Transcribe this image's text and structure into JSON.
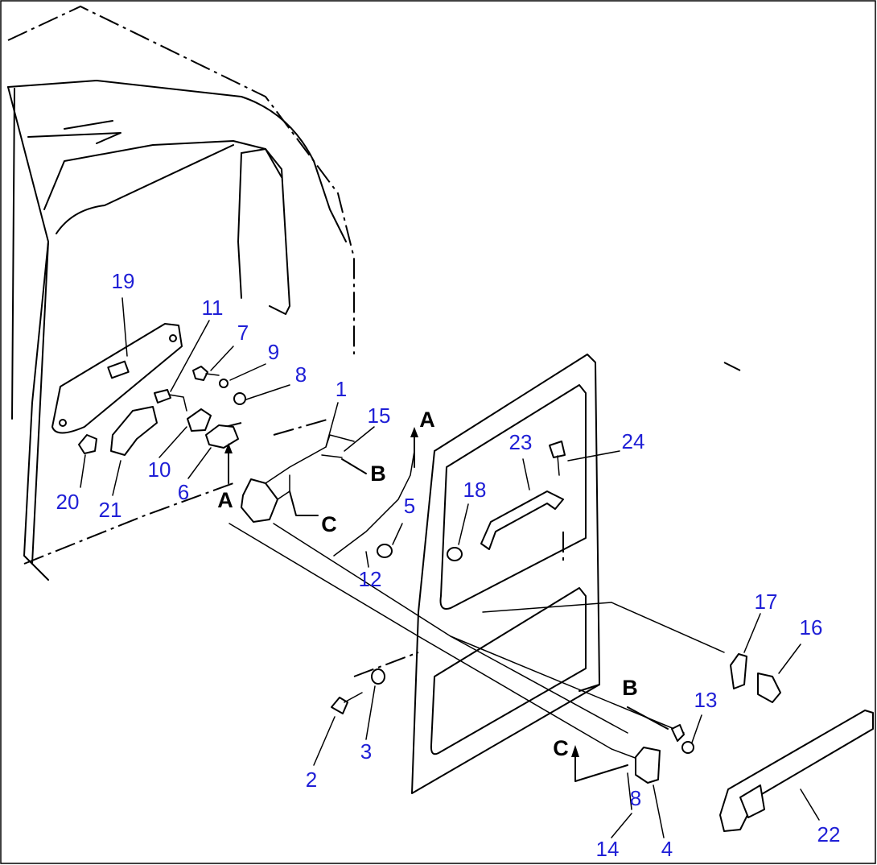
{
  "diagram": {
    "part_numbers": [
      "1",
      "2",
      "3",
      "4",
      "5",
      "6",
      "7",
      "8",
      "8",
      "9",
      "10",
      "11",
      "12",
      "13",
      "14",
      "15",
      "16",
      "17",
      "18",
      "19",
      "20",
      "21",
      "22",
      "23",
      "24"
    ],
    "reference_letters": [
      "A",
      "A",
      "B",
      "B",
      "C",
      "C"
    ]
  }
}
